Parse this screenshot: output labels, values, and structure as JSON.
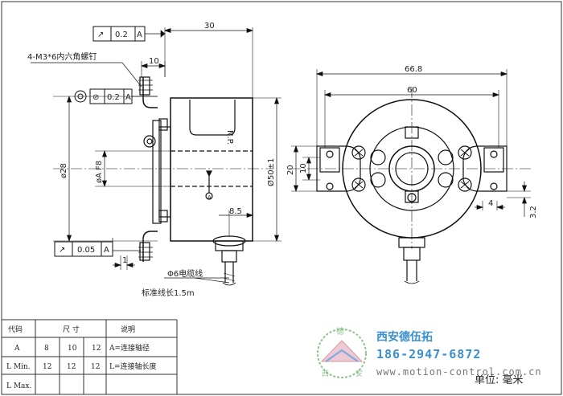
{
  "dimensions": {
    "d30": "30",
    "d10": "10",
    "d66_8": "66.8",
    "d60": "60",
    "d28": "ø28",
    "dAF8": "øA F8",
    "d50": "Ø50±1",
    "d8_5": "8.5",
    "d20": "20",
    "d10b": "10",
    "d4": "4",
    "d3_2": "3.2",
    "d1": "1"
  },
  "tolerances": {
    "top": {
      "symbol": "↗",
      "value": "0.2",
      "datum": "A"
    },
    "middle": {
      "symbol": "⊘",
      "value": "0.2",
      "datum": "A"
    },
    "bottom": {
      "symbol": "↗",
      "value": "0.05",
      "datum": "A"
    }
  },
  "labels": {
    "screw_callout": "4-M3*6内六角螺钉",
    "np_mark": "N.P.",
    "cable": "Φ6电缆线",
    "cable_length": "标准线长1.5m",
    "datum_a": "A"
  },
  "table": {
    "headers": {
      "code": "代码",
      "size": "尺 寸",
      "note": "说明"
    },
    "rows": [
      {
        "code": "A",
        "v1": "8",
        "v2": "10",
        "v3": "12",
        "note": "A=连接轴径"
      },
      {
        "code": "L Min.",
        "v1": "12",
        "v2": "12",
        "v3": "12",
        "note": "L=连接轴长度"
      },
      {
        "code": "L Max.",
        "v1": "",
        "v2": "",
        "v3": "",
        "note": ""
      }
    ]
  },
  "watermark": {
    "company": "西安德伍拓",
    "phone": "186-2947-6872",
    "website": "www.motion-control.com.cn",
    "logo_text_top": "德",
    "logo_text_left": "西",
    "logo_text_right": "安"
  },
  "unit_label": "单位: 毫米"
}
